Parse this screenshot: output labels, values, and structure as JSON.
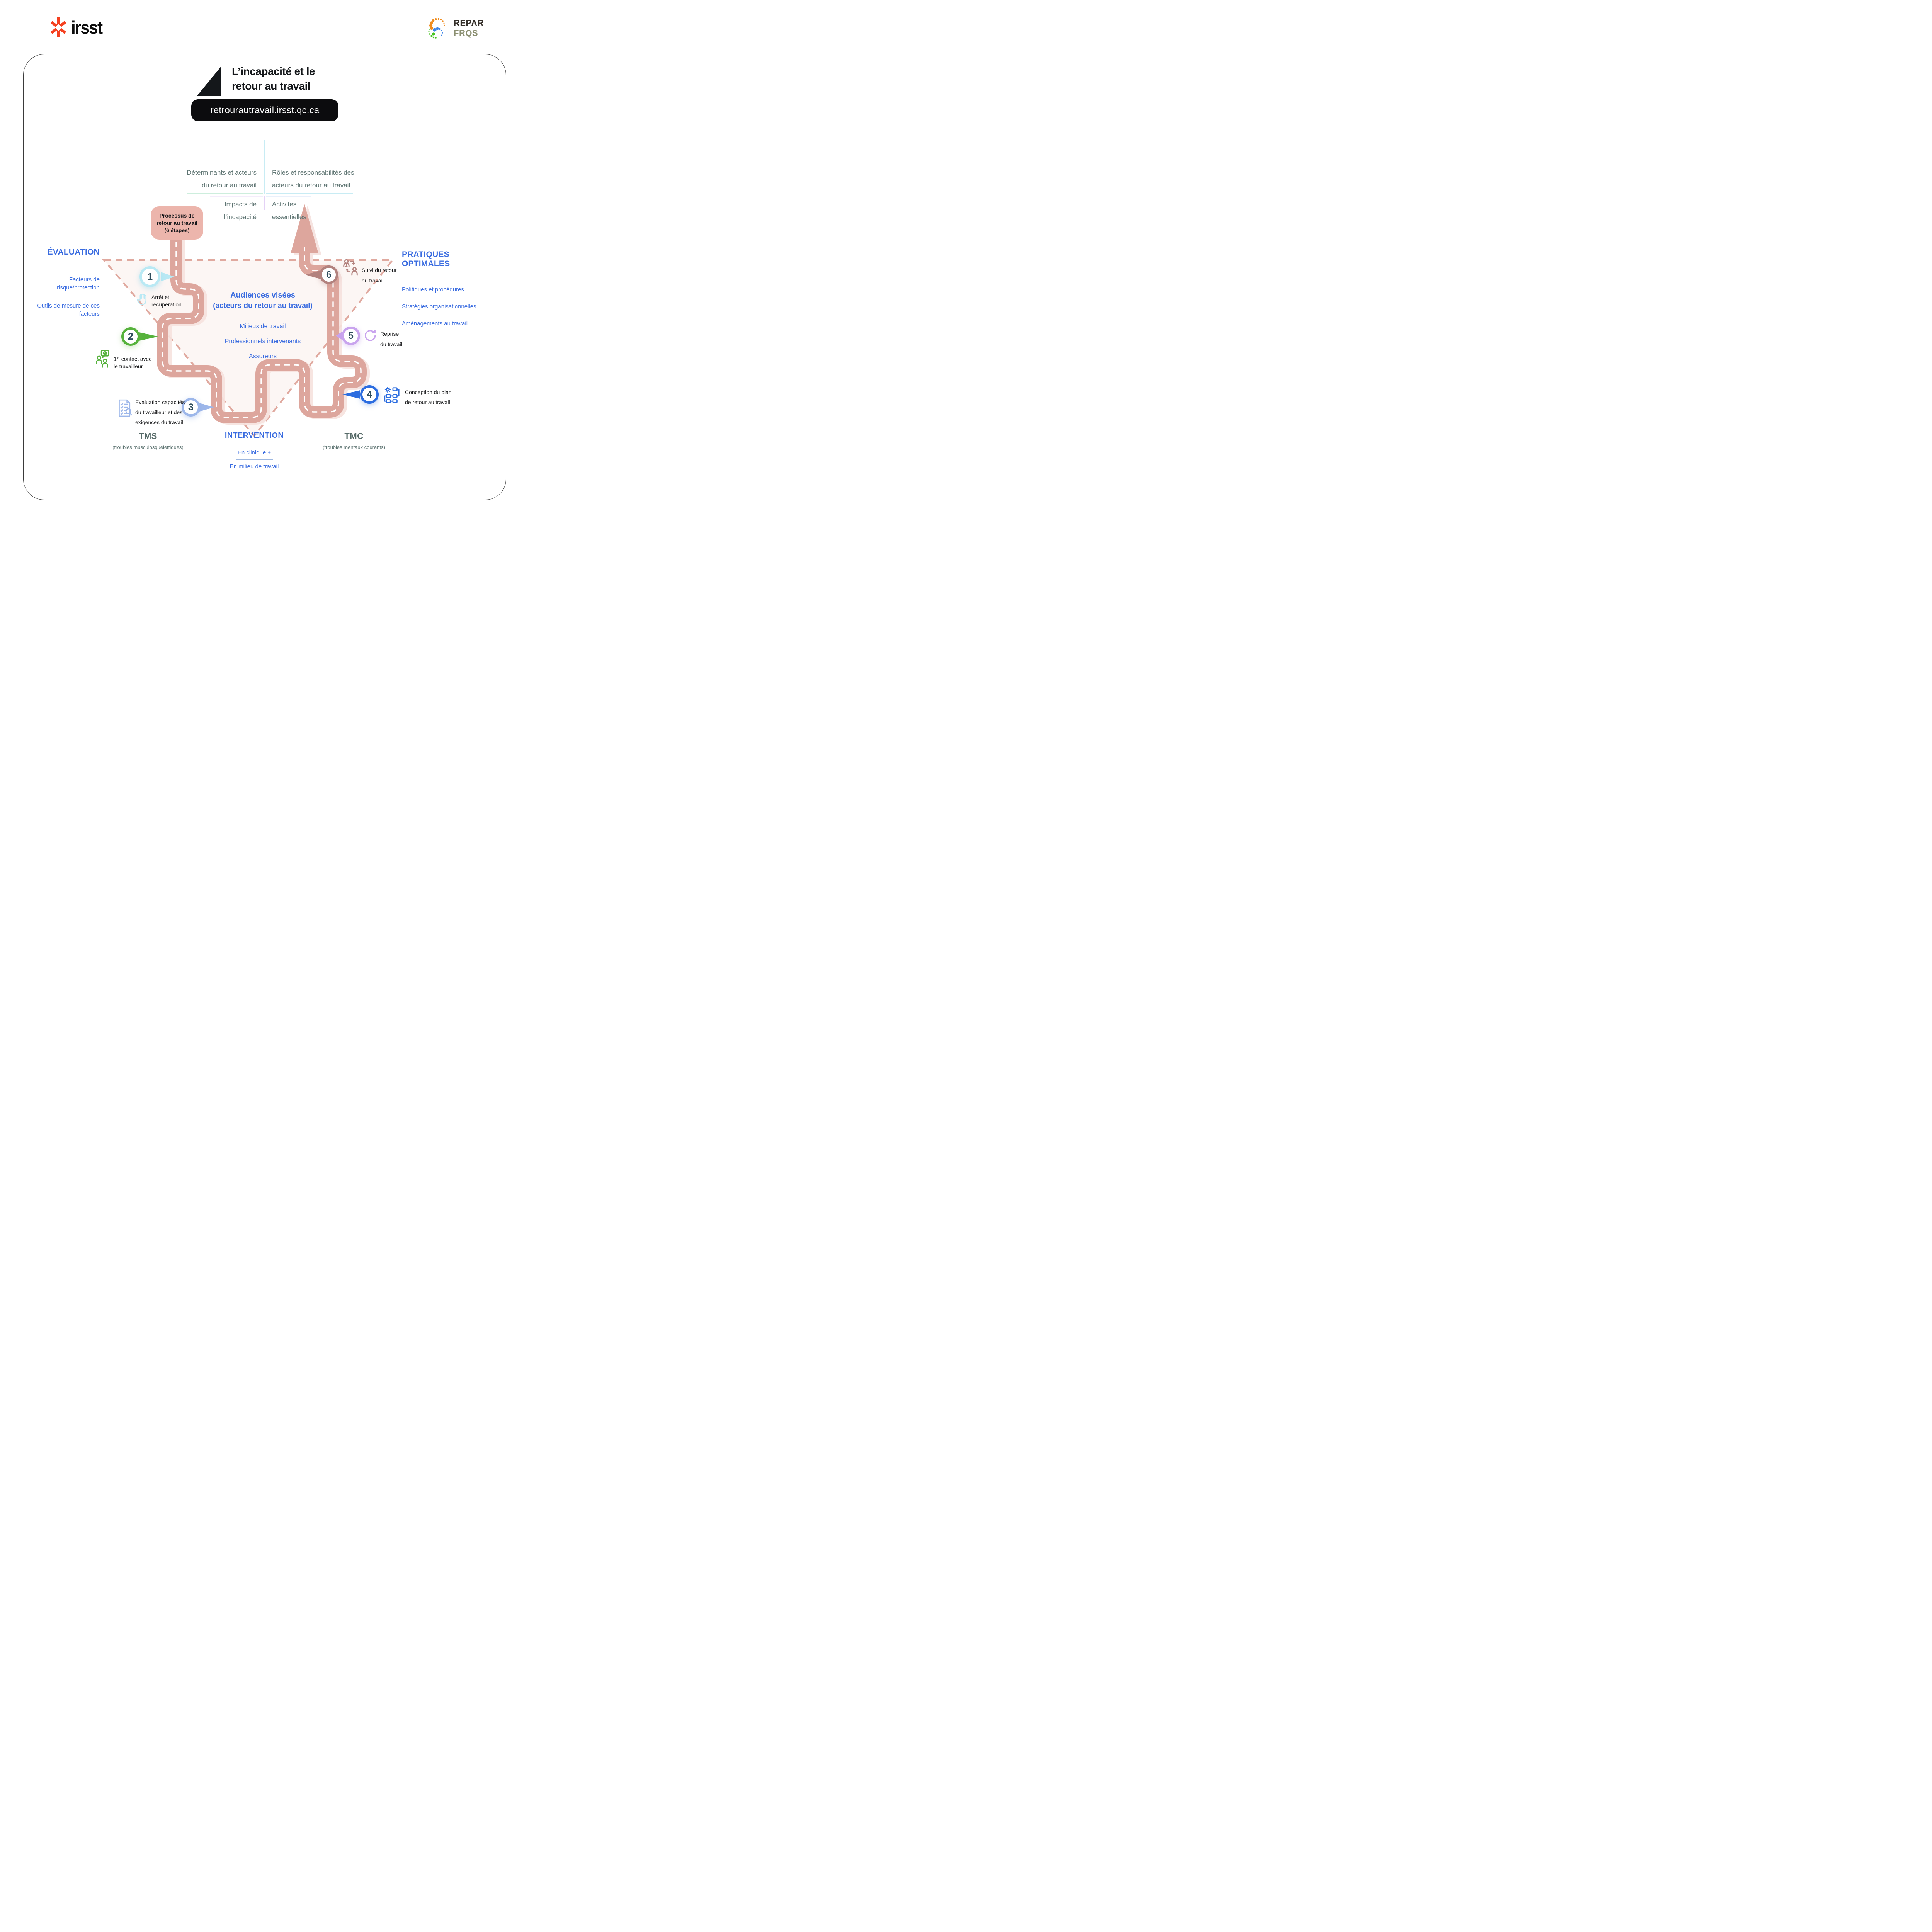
{
  "logos": {
    "irsst_text": "irsst",
    "repar_line1": "REPAR",
    "repar_line2": "FRQS"
  },
  "title": {
    "line1": "L’incapacité et le",
    "line2": "retour au travail"
  },
  "url": "retrourautravail.irsst.qc.ca",
  "quadrants": {
    "tl1": "Déterminants et acteurs",
    "tl2": "du retour au travail",
    "tr1": "Rôles et responsabilités des",
    "tr2": "acteurs du retour au travail",
    "bl1": "Impacts de",
    "bl2": "l’incapacité",
    "br1": "Activités",
    "br2": "essentielles"
  },
  "callout": {
    "l1": "Processus de",
    "l2": "retour au travail",
    "l3": "(6 étapes)"
  },
  "evaluation": {
    "heading": "ÉVALUATION",
    "item1a": "Facteurs de",
    "item1b": "risque/protection",
    "item2a": "Outils de mesure de ces",
    "item2b": "facteurs"
  },
  "pratiques": {
    "heading": "PRATIQUES OPTIMALES",
    "item1": "Politiques et procédures",
    "item2": "Stratégies organisationnelles",
    "item3": "Aménagements au travail"
  },
  "audiences": {
    "h1": "Audiences visées",
    "h2": "(acteurs du retour au travail)",
    "item1": "Milieux de travail",
    "item2": "Professionnels intervenants",
    "item3": "Assureurs"
  },
  "steps": [
    {
      "n": "1",
      "l1": "Arrêt et",
      "l2": "récupération"
    },
    {
      "n": "2",
      "pre": "1",
      "sup": "er",
      "post": " contact avec",
      "l2": "le travailleur"
    },
    {
      "n": "3",
      "l1": "Évaluation capacités",
      "l2": "du travailleur et des",
      "l3": "exigences du travail"
    },
    {
      "n": "4",
      "l1": "Conception du plan",
      "l2": "de retour au travail"
    },
    {
      "n": "5",
      "l1": "Reprise",
      "l2": "du travail"
    },
    {
      "n": "6",
      "l1": "Suivi du retour",
      "l2": "au travail"
    }
  ],
  "bottom": {
    "tms": "TMS",
    "tms_sub": "(troubles musculosquelettiques)",
    "intervention": "INTERVENTION",
    "int1": "En clinique +",
    "int2": "En milieu de travail",
    "tmc": "TMC",
    "tmc_sub": "(troubles mentaux courants)"
  },
  "colors": {
    "ink": "#16181b",
    "blue": "#3a6ce0",
    "teal": "#5e7472",
    "teal_dark": "#576b69",
    "num": "#2f4d5c",
    "road": "#dda69d",
    "road_shadow": "#f6e2de",
    "road_dash": "#ffffff",
    "callout_bg": "#ecb5ac",
    "tri_line": "#e0a99f",
    "tri_fill": "#fcf6f4",
    "pill_bg": "#0c0c0e",
    "pill_text": "#ffffff",
    "irsst_red": "#f5401f",
    "repar_dark": "#35302a",
    "repar_olive": "#8b8f71",
    "step1": "#b9e9f4",
    "step2": "#56b23c",
    "step3": "#9db7ea",
    "step4": "#2c6de0",
    "step5": "#c9a4ee",
    "step6": "#b2827e",
    "divider_blue": "#9db7e0",
    "card_border": "#3a3a3a",
    "q_green": "#cdeedd",
    "q_cyan": "#c8ecf4",
    "q_lav": "#e4d2f6",
    "q_blue": "#c9d9f6"
  }
}
